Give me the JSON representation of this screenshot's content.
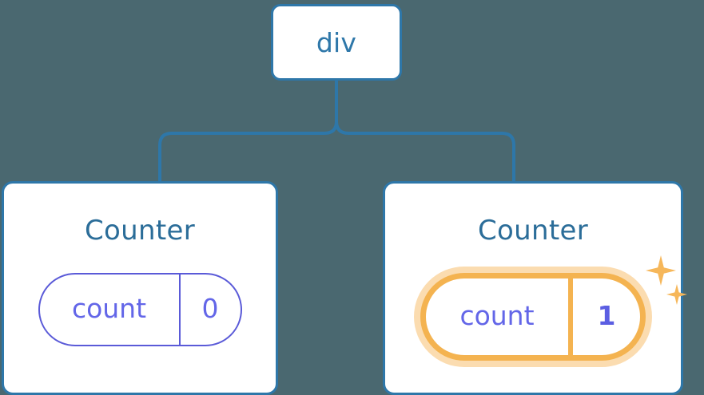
{
  "diagram": {
    "type": "component-tree",
    "background_color": "#4a6870",
    "edge_color": "#2e77a9"
  },
  "root": {
    "label": "div",
    "border_color": "#2e77a9",
    "text_color": "#2e77a9"
  },
  "children": [
    {
      "title": "Counter",
      "state": {
        "key": "count",
        "value": "0"
      },
      "highlighted": false,
      "pill_border_color": "#5a5ad8",
      "pill_text_color": "#6366e8"
    },
    {
      "title": "Counter",
      "state": {
        "key": "count",
        "value": "1"
      },
      "highlighted": true,
      "pill_border_color": "#f4b350",
      "pill_glow_color": "#fbdcb0",
      "pill_text_color": "#6366e8",
      "value_text_color": "#5b5ee2",
      "sparkle_color": "#f6b75a"
    }
  ]
}
